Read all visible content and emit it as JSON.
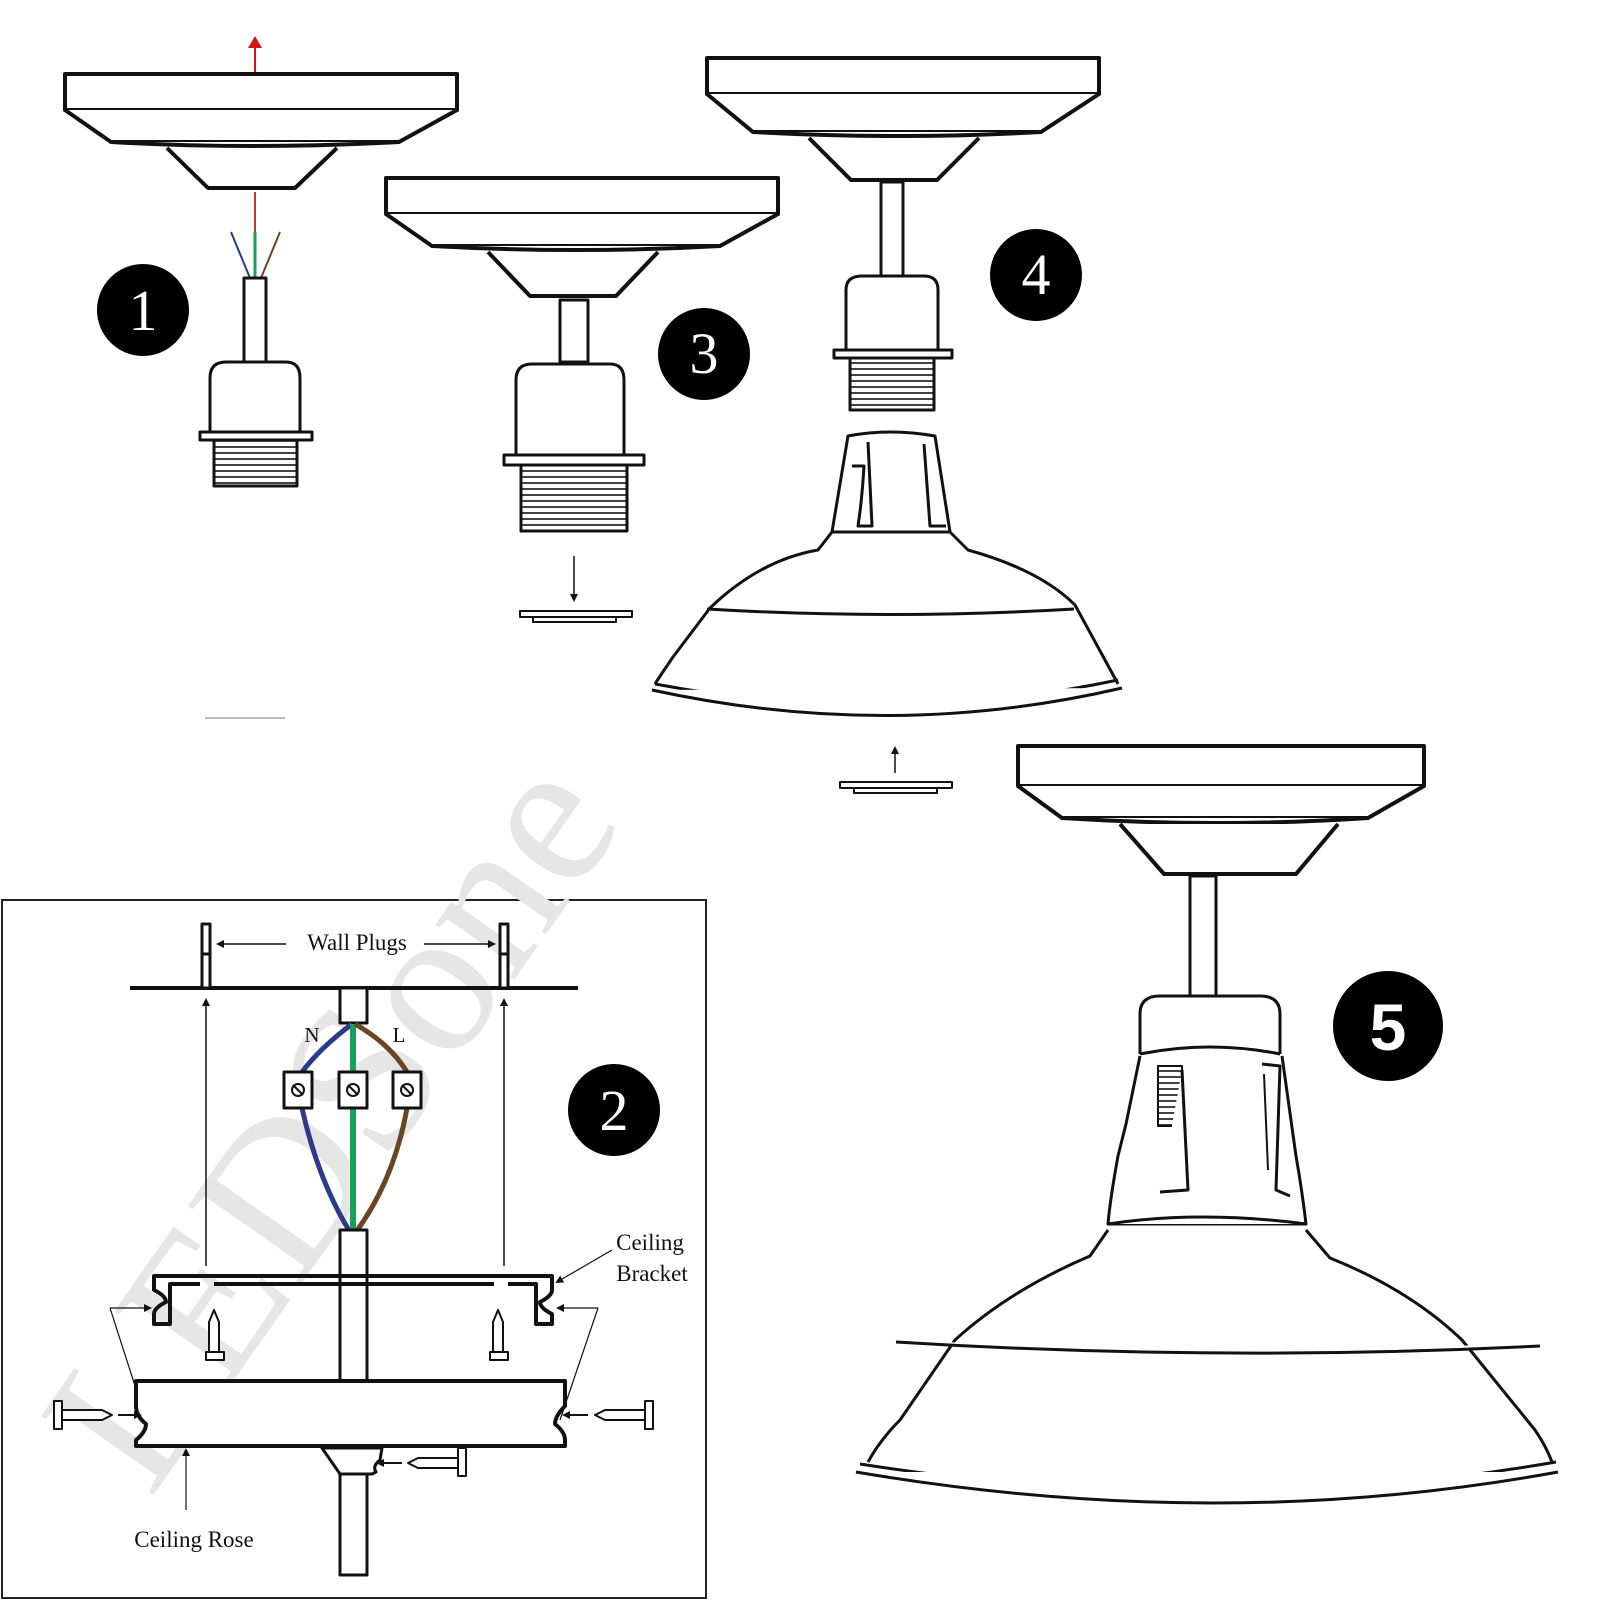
{
  "steps": [
    {
      "number": "1",
      "description": "Ceiling rose lifted off; cable wires exposed above lamp holder"
    },
    {
      "number": "2",
      "description": "Wiring and mounting: terminal block connections and ceiling bracket fixing"
    },
    {
      "number": "3",
      "description": "Lamp holder ring removed"
    },
    {
      "number": "4",
      "description": "Shade placed onto lamp holder"
    },
    {
      "number": "5",
      "description": "Assembled ceiling light"
    }
  ],
  "wiring_diagram": {
    "labels": {
      "wall_plugs": "Wall Plugs",
      "neutral": "N",
      "live": "L",
      "ceiling_bracket_line1": "Ceiling",
      "ceiling_bracket_line2": "Bracket",
      "ceiling_rose": "Ceiling Rose"
    },
    "wire_colors": {
      "neutral": "#2b3a8c",
      "earth": "#1aa05a",
      "live": "#6b4421",
      "lift_arrow": "#d41414"
    },
    "watermark": "LEDSone"
  },
  "colors": {
    "line": "#111111",
    "badge": "#000000",
    "badge_text": "#ffffff",
    "background": "#ffffff"
  }
}
